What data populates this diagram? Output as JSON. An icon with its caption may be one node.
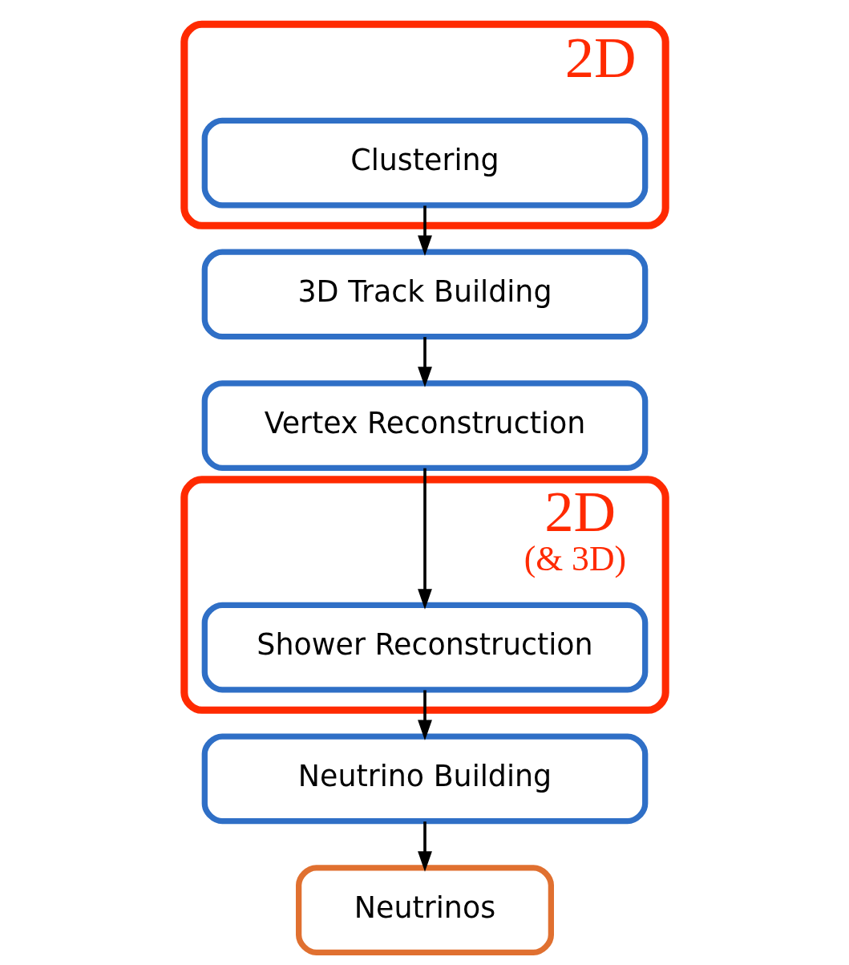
{
  "diagram": {
    "nodes": [
      {
        "text": [
          "2D"
        ]
      },
      {
        "text": [
          "Clustering"
        ],
        "in": 0
      },
      {
        "text": [
          "3D Track Building"
        ]
      },
      {
        "text": [
          "Vertex Reconstruction"
        ]
      },
      {
        "text": [
          "2D",
          "(& 3D)"
        ]
      },
      {
        "text": [
          "Shower Reconstruction"
        ],
        "in": 4
      },
      {
        "text": [
          "Neutrino Building"
        ]
      },
      {
        "text": [
          "Neutrinos"
        ]
      }
    ],
    "edges": [
      {
        "from": 1,
        "to": 2,
        "arrow": "to"
      },
      {
        "from": 2,
        "to": 3,
        "arrow": "to"
      },
      {
        "from": 3,
        "to": 5,
        "arrow": "to"
      },
      {
        "from": 5,
        "to": 6,
        "arrow": "to"
      },
      {
        "from": 6,
        "to": 7,
        "arrow": "to"
      }
    ]
  }
}
